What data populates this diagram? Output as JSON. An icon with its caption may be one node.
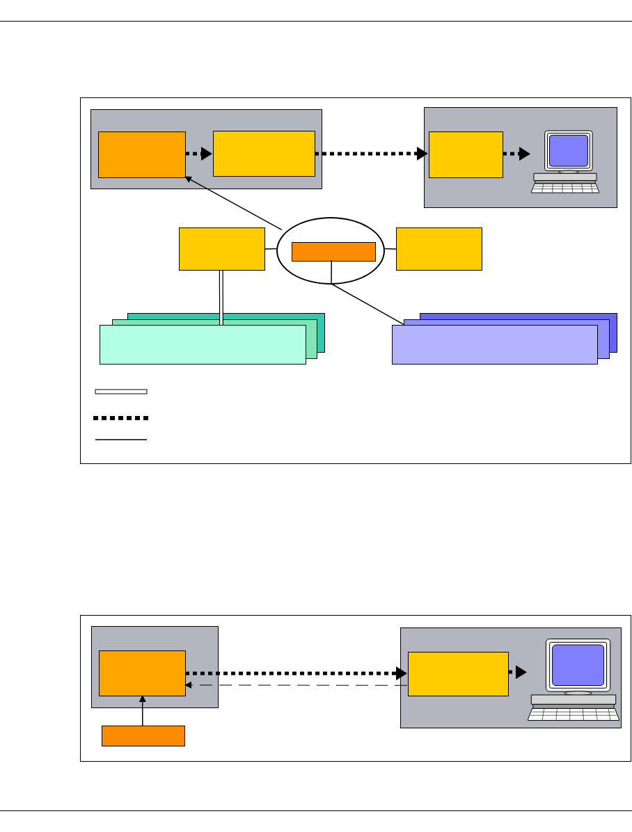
{
  "diagram": {
    "nodes": [
      {
        "text": [],
        "shape": "box"
      },
      {
        "text": [],
        "shape": "box",
        "in": 0
      },
      {
        "text": [],
        "shape": "box",
        "in": 0
      },
      {
        "text": [],
        "shape": "box"
      },
      {
        "text": [],
        "shape": "box",
        "in": 3
      },
      {
        "text": [],
        "shape": "computer",
        "in": 3
      },
      {
        "text": [],
        "shape": "box"
      },
      {
        "text": [],
        "shape": "ellipse"
      },
      {
        "text": [],
        "shape": "box",
        "in": 7
      },
      {
        "text": [],
        "shape": "box"
      },
      {
        "text": [],
        "shape": "stack"
      },
      {
        "text": [],
        "shape": "stack"
      },
      {
        "text": [],
        "shape": "box"
      },
      {
        "text": [],
        "shape": "box",
        "in": 12
      },
      {
        "text": [],
        "shape": "box"
      },
      {
        "text": [],
        "shape": "box"
      },
      {
        "text": [],
        "shape": "box",
        "in": 15
      },
      {
        "text": [],
        "shape": "computer",
        "in": 15
      }
    ],
    "edges": [
      {
        "from": 1,
        "to": 2,
        "arrow": "to",
        "style": "dashed"
      },
      {
        "from": 2,
        "to": 4,
        "arrow": "to",
        "style": "dashed"
      },
      {
        "from": 4,
        "to": 5,
        "arrow": "to",
        "style": "dashed"
      },
      {
        "from": 7,
        "to": 1,
        "arrow": "to"
      },
      {
        "from": 6,
        "to": 7,
        "arrow": "none"
      },
      {
        "from": 7,
        "to": 9,
        "arrow": "none"
      },
      {
        "from": 6,
        "to": 10,
        "arrow": "none",
        "style": "thick"
      },
      {
        "from": 8,
        "to": 11,
        "arrow": "none"
      },
      {
        "from": 13,
        "to": 16,
        "arrow": "to",
        "style": "dashed"
      },
      {
        "from": 16,
        "to": 13,
        "arrow": "to",
        "style": "dashed"
      },
      {
        "from": 16,
        "to": 17,
        "arrow": "to",
        "style": "dashed"
      },
      {
        "from": 14,
        "to": 13,
        "arrow": "to"
      }
    ]
  }
}
